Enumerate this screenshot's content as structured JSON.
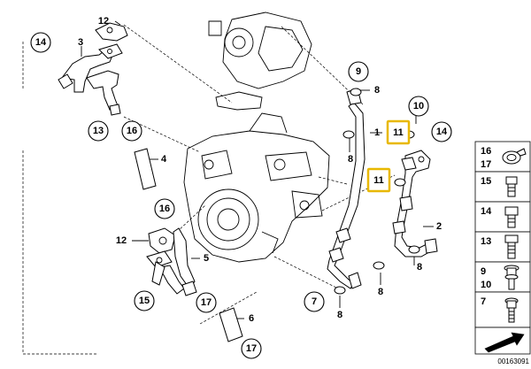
{
  "callouts": {
    "c14a": "14",
    "c3": "3",
    "c12a": "12",
    "c13a": "13",
    "c16a": "16",
    "c4": "4",
    "c16b": "16",
    "c12b": "12",
    "c5": "5",
    "c15": "15",
    "c17a": "17",
    "c6": "6",
    "c17b": "17",
    "c9": "9",
    "c8a": "8",
    "c1": "1",
    "c11a": "11",
    "c10": "10",
    "c14b": "14",
    "c8b": "8",
    "c11b": "11",
    "c2": "2",
    "c8c": "8",
    "c8d": "8",
    "c7": "7",
    "c8e": "8"
  },
  "side_panel": {
    "rows": [
      {
        "labels": [
          "16",
          "17"
        ]
      },
      {
        "labels": [
          "15"
        ]
      },
      {
        "labels": [
          "14"
        ]
      },
      {
        "labels": [
          "13"
        ]
      },
      {
        "labels": [
          "9",
          "10"
        ]
      },
      {
        "labels": [
          "7"
        ]
      }
    ],
    "catalog_number": "00163091"
  },
  "highlight_color": "#e8b800"
}
